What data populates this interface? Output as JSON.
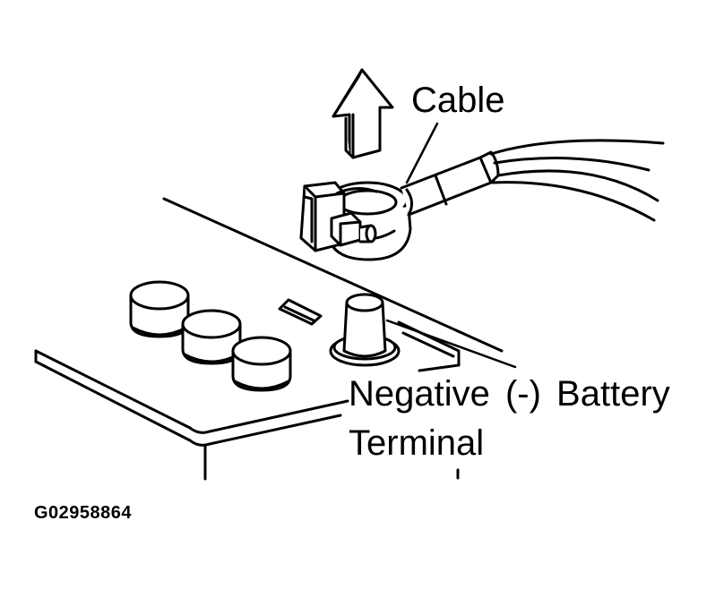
{
  "labels": {
    "cable": "Cable",
    "terminal_line1": "Negative (-) Battery",
    "terminal_line2": "Terminal"
  },
  "figure_id": "G02958864",
  "colors": {
    "ink": "#000000",
    "paper": "#ffffff"
  },
  "icons": {
    "direction_arrow": "up-arrow-icon"
  }
}
